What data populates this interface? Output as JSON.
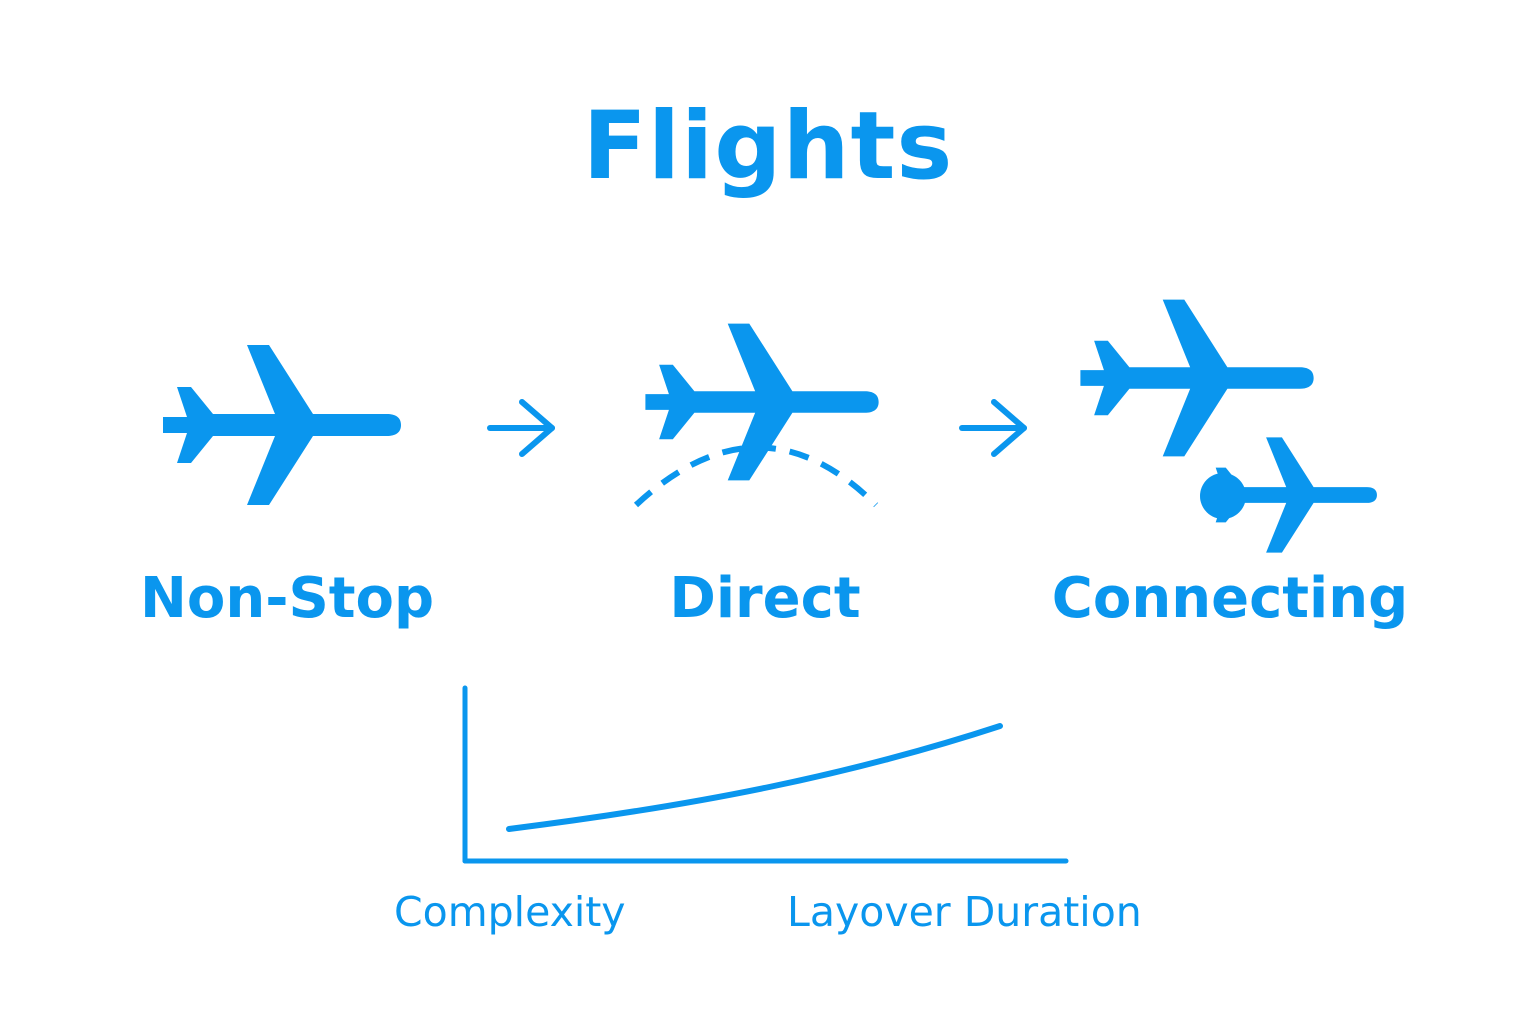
{
  "colors": {
    "accent": "#0a96ee",
    "background": "#ffffff"
  },
  "title": "Flights",
  "types": [
    {
      "label": "Non-Stop",
      "icon": "airplane-icon"
    },
    {
      "label": "Direct",
      "icon": "airplane-with-dashed-arc-icon"
    },
    {
      "label": "Connecting",
      "icon": "two-airplanes-icon"
    }
  ],
  "connectors": [
    "right-arrow-icon",
    "right-arrow-icon"
  ],
  "graph": {
    "x_label": "Complexity",
    "y_label": "Layover Duration",
    "trend": "increasing"
  }
}
